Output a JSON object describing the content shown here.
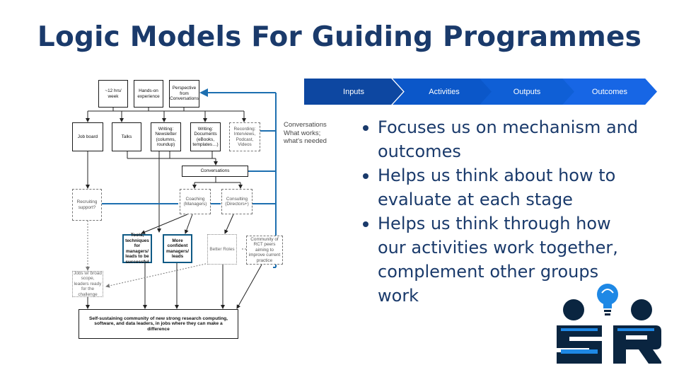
{
  "title": "Logic Models For Guiding Programmes",
  "diagram": {
    "boxes": {
      "hours": "~12 hrs/ week",
      "hands_on": "Hands-on experience",
      "perspective": "Perspective from Conversations",
      "job_board": "Job board",
      "talks": "Talks",
      "newsletter": "Writing: Newsletter (columns, roundup)",
      "documents": "Writing: Documents (eBooks, templates…)",
      "recording": "Recording: Interviews, Podcast, Videos",
      "conversations": "Conversations",
      "recruiting": "Recruiting support?",
      "coaching": "Coaching (Managers)",
      "consulting": "Consulting (Directors+)",
      "tools": "Tools, techniques for managers/ leads to be successful",
      "confident": "More confident managers/ leads",
      "better_roles": "Better Roles",
      "community_rct": "Community of RCT peers aiming to improve current practice",
      "broad_scope": "Jobs w/ broad scope, leaders ready for the challenge",
      "self_sustaining": "Self-sustaining community of new strong research computing, software, and data leaders, in jobs where they can make a difference"
    },
    "side_note": [
      "Conversations",
      "What works;",
      "what's needed"
    ]
  },
  "stages": [
    "Inputs",
    "Activities",
    "Outputs",
    "Outcomes"
  ],
  "bullets": [
    "Focuses us on mechanism and outcomes",
    "Helps us think about how to evaluate at each stage",
    "Helps us think through how our activities work together, complement other groups work"
  ],
  "colors": {
    "title": "#1a3a6b",
    "chevron_dark": "#0d47a1",
    "chevron_mid": "#0b57c9",
    "chevron_light": "#1766e5",
    "feedback_line": "#1d6fb0",
    "logo_blue": "#1e88e5",
    "logo_dark": "#0a2540"
  }
}
